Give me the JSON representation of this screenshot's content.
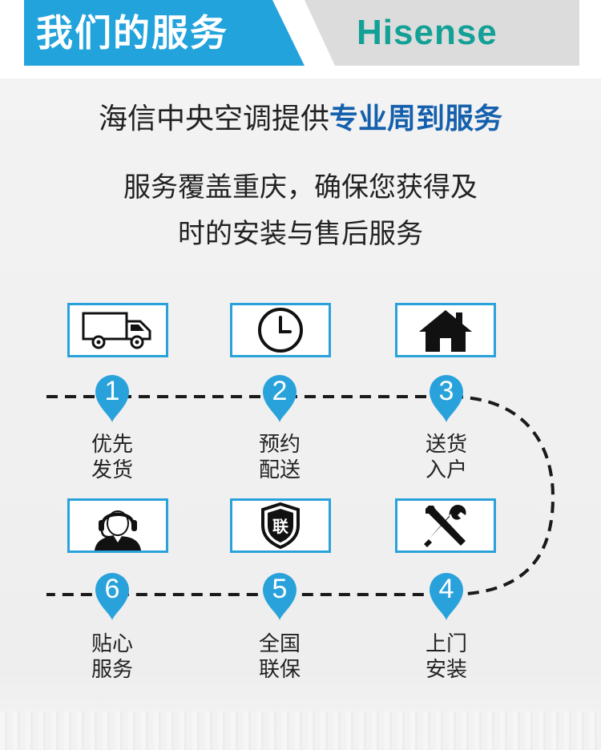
{
  "header": {
    "title": "我们的服务",
    "brand": "Hisense",
    "colors": {
      "banner_blue": "#23a3dc",
      "brand_teal": "#13a096"
    }
  },
  "headline": {
    "plain": "海信中央空调提供",
    "highlight": "专业周到服务"
  },
  "subtitle": {
    "line1": "服务覆盖重庆，确保您获得及",
    "line2": "时的安装与售后服务"
  },
  "steps": [
    {
      "number": "1",
      "line1": "优先",
      "line2": "发货",
      "icon": "delivery-truck-icon"
    },
    {
      "number": "2",
      "line1": "预约",
      "line2": "配送",
      "icon": "clock-icon"
    },
    {
      "number": "3",
      "line1": "送货",
      "line2": "入户",
      "icon": "house-icon"
    },
    {
      "number": "4",
      "line1": "上门",
      "line2": "安装",
      "icon": "wrench-screwdriver-icon"
    },
    {
      "number": "5",
      "line1": "全国",
      "line2": "联保",
      "icon": "shield-icon",
      "icon_text": "联"
    },
    {
      "number": "6",
      "line1": "贴心",
      "line2": "服务",
      "icon": "customer-service-headset-icon"
    }
  ]
}
